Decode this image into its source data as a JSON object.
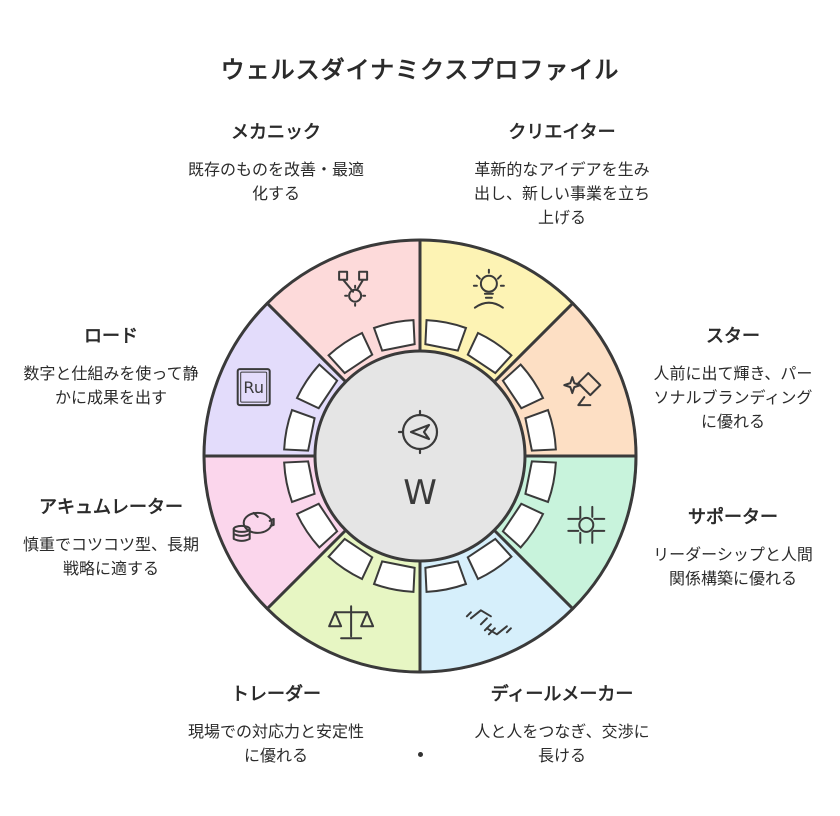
{
  "title": "ウェルスダイナミクスプロファイル",
  "center": {
    "letter": "W",
    "icon": "compass-icon"
  },
  "profiles": [
    {
      "id": "creator",
      "title": "クリエイター",
      "description": "革新的なアイデアを生み出し、新しい事業を立ち上げる",
      "color": "#fdf3b4",
      "icon": "lightbulb-person-icon"
    },
    {
      "id": "star",
      "title": "スター",
      "description": "人前に出て輝き、パーソナルブランディングに優れる",
      "color": "#fddfc4",
      "icon": "microphone-sparkle-icon"
    },
    {
      "id": "supporter",
      "title": "サポーター",
      "description": "リーダーシップと人間関係構築に優れる",
      "color": "#c8f3dc",
      "icon": "team-hands-icon"
    },
    {
      "id": "dealmaker",
      "title": "ディールメーカー",
      "description": "人と人をつなぎ、交渉に長ける",
      "color": "#d6effb",
      "icon": "handshake-icon"
    },
    {
      "id": "trader",
      "title": "トレーダー",
      "description": "現場での対応力と安定性に優れる",
      "color": "#e7f6c3",
      "icon": "balance-scale-icon"
    },
    {
      "id": "accumulator",
      "title": "アキュムレーター",
      "description": "慎重でコツコツ型、長期戦略に適する",
      "color": "#fbd6ec",
      "icon": "piggy-bank-icon"
    },
    {
      "id": "lord",
      "title": "ロード",
      "description": "数字と仕組みを使って静かに成果を出す",
      "color": "#e3dcfb",
      "icon": "ru-document-icon"
    },
    {
      "id": "mechanic",
      "title": "メカニック",
      "description": "既存のものを改善・最適化する",
      "color": "#fddada",
      "icon": "gear-piston-icon"
    }
  ]
}
